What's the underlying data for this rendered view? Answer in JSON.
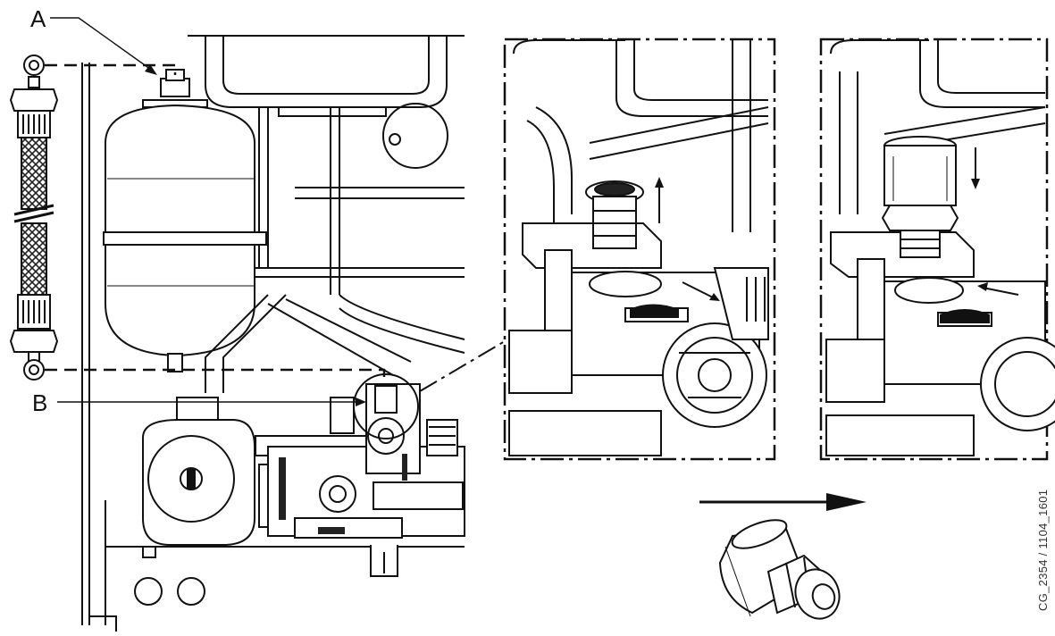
{
  "labels": {
    "a": "A",
    "b": "B"
  },
  "reference_code": "CG_2354 / 1104_1601",
  "colors": {
    "line": "#111111",
    "paper": "#ffffff",
    "shade": "#d9d9d9"
  }
}
